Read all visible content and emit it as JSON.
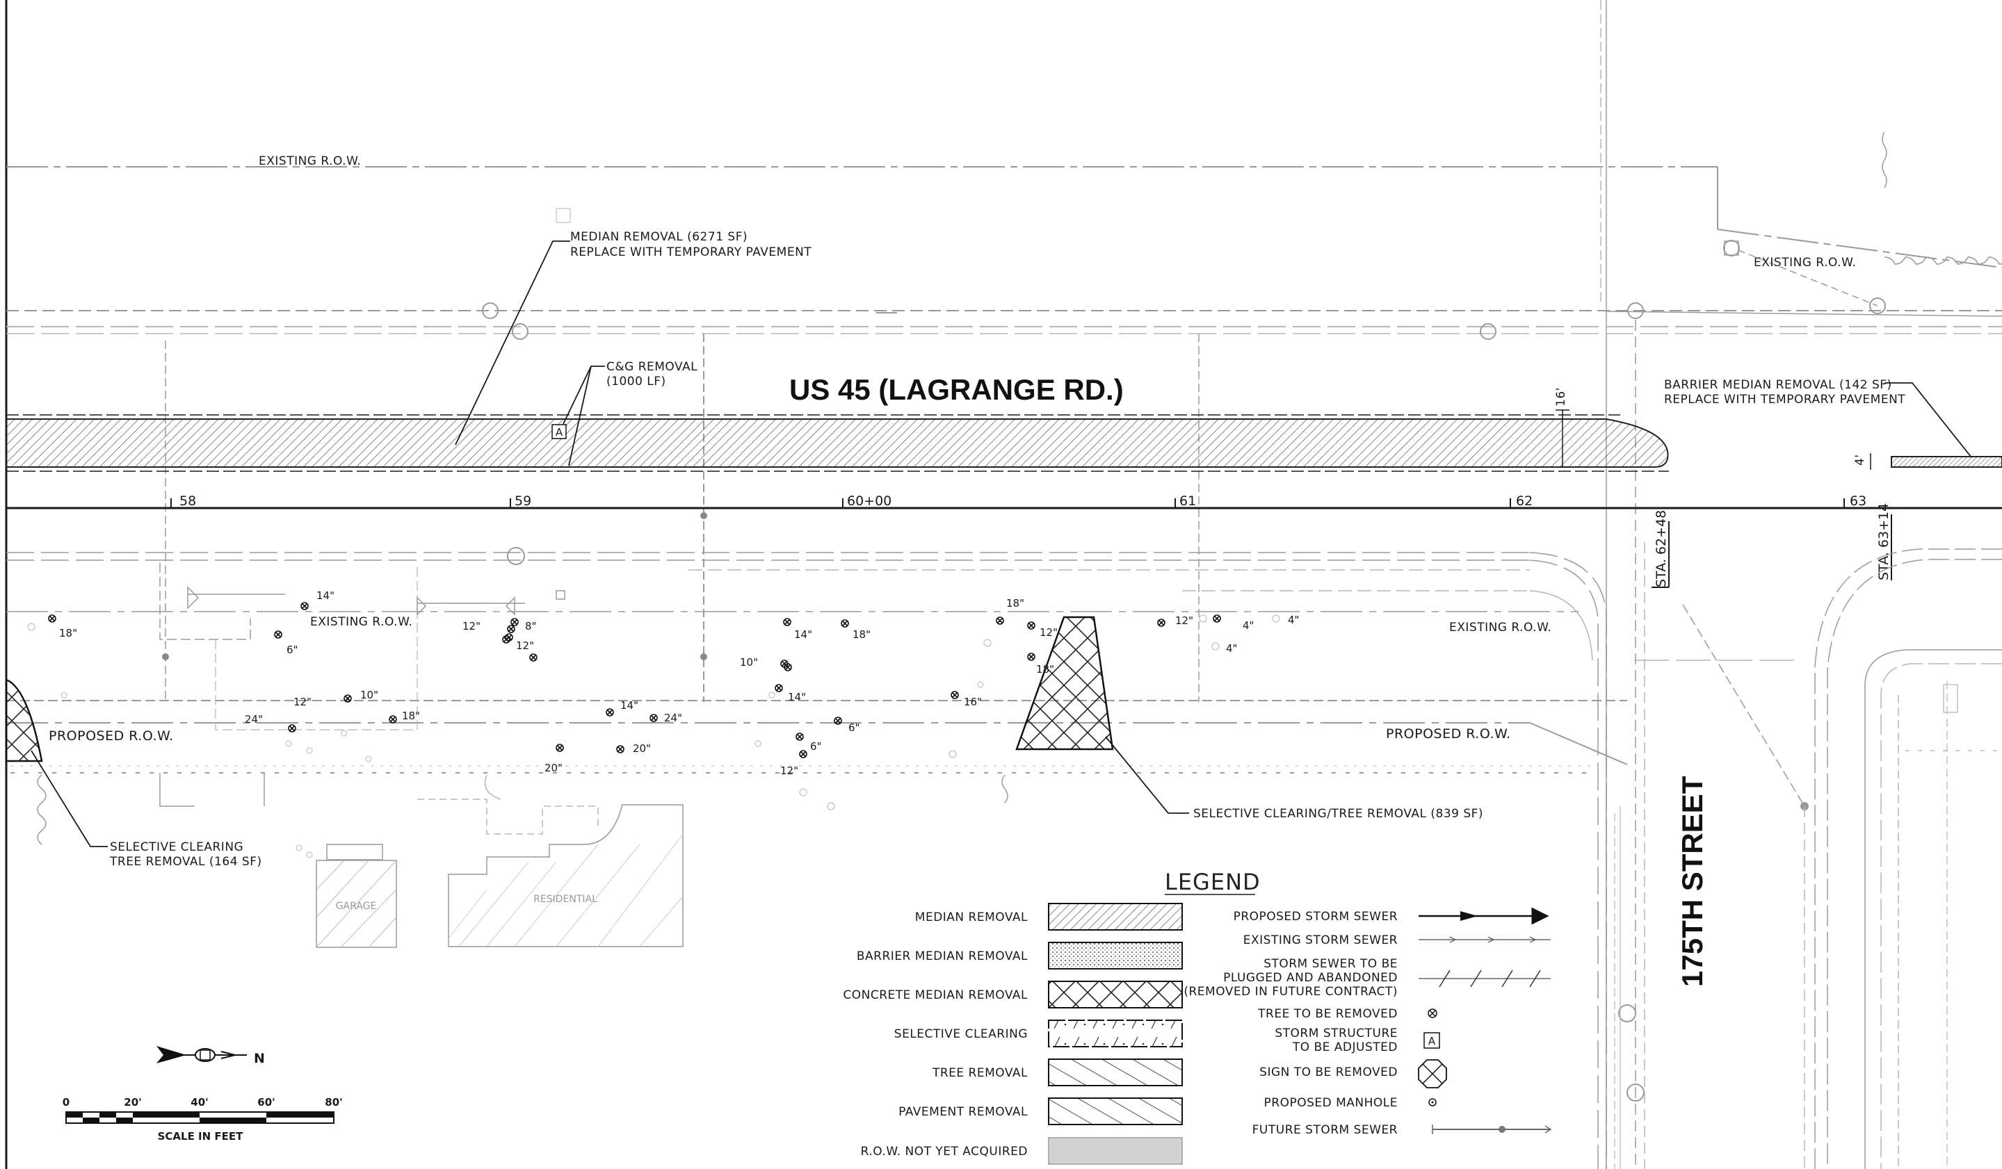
{
  "road_title": "US 45  (LAGRANGE RD.)",
  "cross_street": "175TH STREET",
  "stations": [
    {
      "label": "58"
    },
    {
      "label": "59"
    },
    {
      "label": "60+00"
    },
    {
      "label": "61"
    },
    {
      "label": "62"
    },
    {
      "label": "63"
    }
  ],
  "station_callouts": [
    "STA. 62+48",
    "STA. 63+14"
  ],
  "row_labels": {
    "existing_top_left": "EXISTING R.O.W.",
    "existing_top_right": "EXISTING R.O.W.",
    "existing_mid_left": "EXISTING R.O.W.",
    "existing_mid_right": "EXISTING R.O.W.",
    "proposed_left": "PROPOSED R.O.W.",
    "proposed_right": "PROPOSED R.O.W."
  },
  "callouts": {
    "median_removal": [
      "MEDIAN REMOVAL (6271 SF)",
      "REPLACE WITH TEMPORARY PAVEMENT"
    ],
    "cg_removal": [
      "C&G REMOVAL",
      "(1000 LF)"
    ],
    "barrier_median": [
      "BARRIER MEDIAN REMOVAL (142 SF)",
      "REPLACE WITH TEMPORARY PAVEMENT"
    ],
    "selective_clearing_right": "SELECTIVE CLEARING/TREE REMOVAL (839 SF)",
    "selective_clearing_left": [
      "SELECTIVE CLEARING",
      "TREE REMOVAL (164 SF)"
    ],
    "dim_16": "16'",
    "dim_4": "4'",
    "structure_tag": "A"
  },
  "buildings": {
    "garage": "GARAGE",
    "residential": "RESIDENTIAL"
  },
  "tree_sizes": [
    "18\"",
    "14\"",
    "6\"",
    "12\"",
    "8\"",
    "12\"",
    "10\"",
    "12\"",
    "18\"",
    "24\"",
    "14\"",
    "24\"",
    "20\"",
    "20\"",
    "14\"",
    "18\"",
    "10\"",
    "14\"",
    "6\"",
    "6\"",
    "12\"",
    "16\"",
    "18\"",
    "12\"",
    "18\"",
    "12\"",
    "4\"",
    "4\"",
    "4\""
  ],
  "legend": {
    "title": "LEGEND",
    "left_items": [
      "MEDIAN REMOVAL",
      "BARRIER MEDIAN REMOVAL",
      "CONCRETE MEDIAN REMOVAL",
      "SELECTIVE CLEARING",
      "TREE REMOVAL",
      "PAVEMENT REMOVAL",
      "R.O.W. NOT YET ACQUIRED"
    ],
    "right_items": [
      [
        "PROPOSED STORM SEWER"
      ],
      [
        "EXISTING STORM SEWER"
      ],
      [
        "STORM SEWER TO BE",
        "PLUGGED AND ABANDONED",
        "(REMOVED IN FUTURE CONTRACT)"
      ],
      [
        "TREE TO BE REMOVED"
      ],
      [
        "STORM STRUCTURE",
        "TO BE ADJUSTED"
      ],
      [
        "SIGN TO BE REMOVED"
      ],
      [
        "PROPOSED MANHOLE"
      ],
      [
        "FUTURE STORM SEWER"
      ]
    ],
    "structure_symbol": "A"
  },
  "north_arrow": "N",
  "scale": {
    "ticks": [
      "0",
      "20'",
      "40'",
      "60'",
      "80'"
    ],
    "caption": "SCALE IN FEET"
  },
  "colors": {
    "line": "#1a1a1a",
    "existing": "#9a9a9a",
    "row_fill": "#d3d3d3"
  }
}
